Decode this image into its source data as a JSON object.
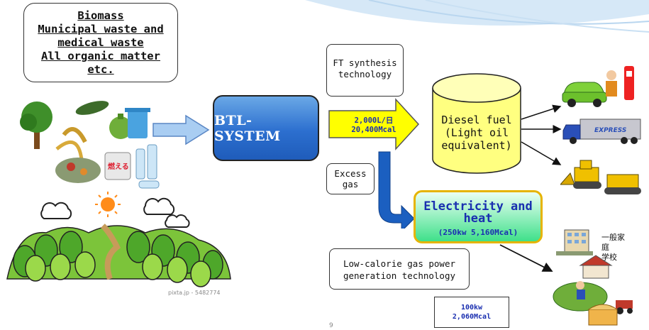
{
  "feedstock": {
    "line1": "Biomass",
    "line2": "Municipal waste and",
    "line3": "medical waste",
    "line4": "All organic matter",
    "line5": "etc."
  },
  "system": {
    "label": "BTL-SYSTEM"
  },
  "ft_technology": {
    "line1": "FT synthesis",
    "line2": "technology"
  },
  "fuel_output": {
    "line1": "2,000L/日",
    "line2": "20,400Mcal"
  },
  "diesel": {
    "line1": "Diesel fuel",
    "line2": "(Light oil",
    "line3": "equivalent)"
  },
  "excess_gas": {
    "line1": "Excess",
    "line2": "gas"
  },
  "electricity": {
    "title_line1": "Electricity and",
    "title_line2": "heat",
    "subtitle": "(250kw  5,160Mcal)"
  },
  "lowcal": {
    "line1": "Low-calorie gas power",
    "line2": "generation technology"
  },
  "small_output": {
    "line1": "100kw",
    "line2": "2,060Mcal"
  },
  "consumers": {
    "line1": "一般家",
    "line2": "庭",
    "line3": "学校"
  },
  "watermark": "pixta.jp - 5482774",
  "illustration_text": "燃える",
  "page_number": "9",
  "vehicle_label": "EXPRESS",
  "colors": {
    "system_blue": "#2c6fcf",
    "arrow_yellow": "#ffff00",
    "cylinder_yellow": "#ffff88",
    "elec_green": "#3fe08a",
    "arrow_blue": "#1b5fc0",
    "text_navy": "#1a2fb0"
  }
}
